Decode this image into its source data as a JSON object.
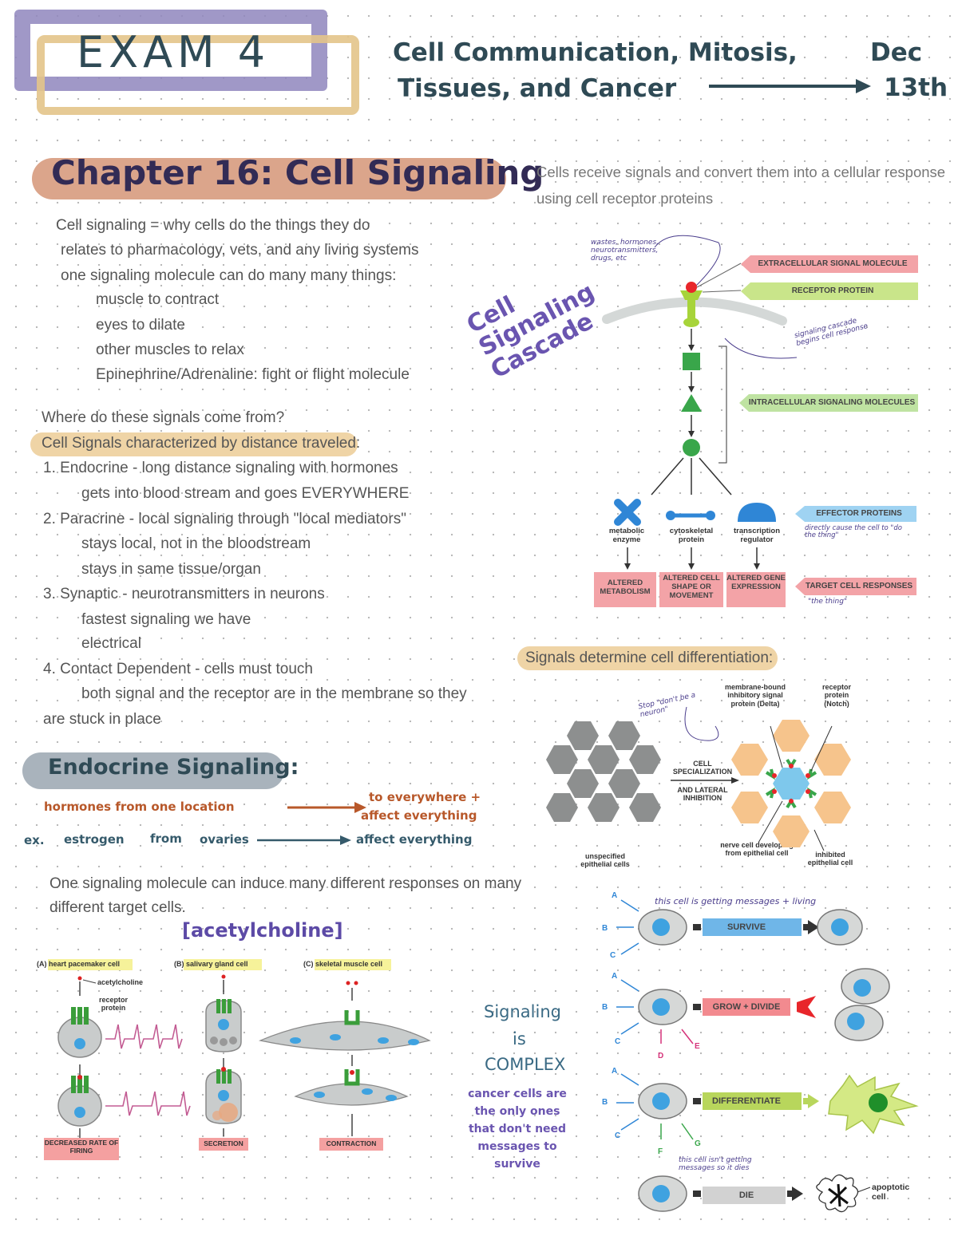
{
  "header": {
    "exam_title": "EXAM 4",
    "subtitle_line1": "Cell Communication, Mitosis,",
    "subtitle_line2": "Tissues, and Cancer",
    "date_line1": "Dec",
    "date_line2": "13th"
  },
  "chapter": {
    "title": "Chapter 16: Cell Signaling",
    "intro_line1": "Cells receive signals and convert them into a cellular response",
    "intro_line2": "using cell receptor proteins"
  },
  "notes": {
    "lines": [
      "Cell signaling = why cells do the things they do",
      "relates to pharmacology, vets, and any living systems",
      "one signaling molecule can do many many things:",
      "muscle to contract",
      "eyes to dilate",
      "other muscles to relax",
      "Epinephrine/Adrenaline: fight or flight molecule"
    ],
    "question": "Where do these signals come from?",
    "distance_heading": "Cell Signals characterized by distance traveled:",
    "types": [
      "1. Endocrine - long distance signaling with hormones",
      "gets into blood stream and goes EVERYWHERE",
      "2. Paracrine - local signaling through \"local mediators\"",
      "stays local, not in the bloodstream",
      "stays in same tissue/organ",
      "3. Synaptic - neurotransmitters in neurons",
      "fastest signaling we have",
      "electrical",
      "4. Contact Dependent - cells must touch",
      "both signal and the receptor are in the membrane so they",
      "are stuck in place"
    ]
  },
  "endocrine": {
    "title": "Endocrine Signaling:",
    "line1_left": "hormones from one location",
    "line1_right_a": "to everywhere +",
    "line1_right_b": "affect everything",
    "ex_label": "ex.",
    "line2_a": "estrogen",
    "line2_b": "from",
    "line2_c": "ovaries",
    "line2_right": "affect everything",
    "response_line1": "One signaling molecule can induce many different responses on many",
    "response_line2": "different target cells.",
    "acetylcholine_note": "[acetylcholine]"
  },
  "ach_figure": {
    "panels": [
      "(A) heart pacemaker cell",
      "(B) salivary gland cell",
      "(C) skeletal muscle cell"
    ],
    "acetylcholine": "acetylcholine",
    "receptor_protein": "receptor protein",
    "results": [
      "DECREASED RATE OF FIRING",
      "SECRETION",
      "CONTRACTION"
    ]
  },
  "cascade": {
    "side_title": "Cell Signaling Cascade",
    "scribble_top": "wastes, hormones, neurotransmitters, drugs, etc",
    "labels": {
      "extracellular": "EXTRACELLULAR SIGNAL MOLECULE",
      "receptor": "RECEPTOR PROTEIN",
      "intracellular": "INTRACELLULAR SIGNALING MOLECULES",
      "effector": "EFFECTOR PROTEINS",
      "target": "TARGET CELL RESPONSES"
    },
    "scribble_cascade": "signaling cascade begins cell response",
    "scribble_effector": "directly cause the cell to \"do the thing\"",
    "scribble_target": "\"the thing\"",
    "effectors": [
      "metabolic enzyme",
      "cytoskeletal protein",
      "transcription regulator"
    ],
    "responses": [
      "ALTERED METABOLISM",
      "ALTERED CELL SHAPE OR MOVEMENT",
      "ALTERED GENE EXPRESSION"
    ]
  },
  "differentiation": {
    "heading": "Signals determine cell differentiation:",
    "scribble": "Stop \"don't be a neuron\"",
    "labels": {
      "delta": "membrane-bound inhibitory signal protein (Delta)",
      "notch": "receptor protein (Notch)",
      "arrow_top": "CELL SPECIALIZATION",
      "arrow_bottom": "AND LATERAL INHIBITION",
      "unspecified": "unspecified epithelial cells",
      "nerve": "nerve cell developing from epithelial cell",
      "inhibited": "inhibited epithelial cell"
    }
  },
  "fates": {
    "scribble_top": "this cell is getting messages + living",
    "scribble_bottom": "this cell isn't getting messages so it dies",
    "letters": [
      "A",
      "B",
      "C",
      "D",
      "E",
      "F",
      "G"
    ],
    "outcomes": [
      "SURVIVE",
      "GROW + DIVIDE",
      "DIFFERENTIATE",
      "DIE"
    ],
    "apoptotic": "apoptotic cell",
    "colors": {
      "survive": "#6fb6e8",
      "grow": "#f28a8f",
      "differentiate": "#b8d65c",
      "die": "#d2d2d2"
    }
  },
  "complex": {
    "line1": "Signaling",
    "line2": "is",
    "line3": "COMPLEX",
    "cancer_note": "cancer cells are the only ones that don't need messages to survive"
  }
}
